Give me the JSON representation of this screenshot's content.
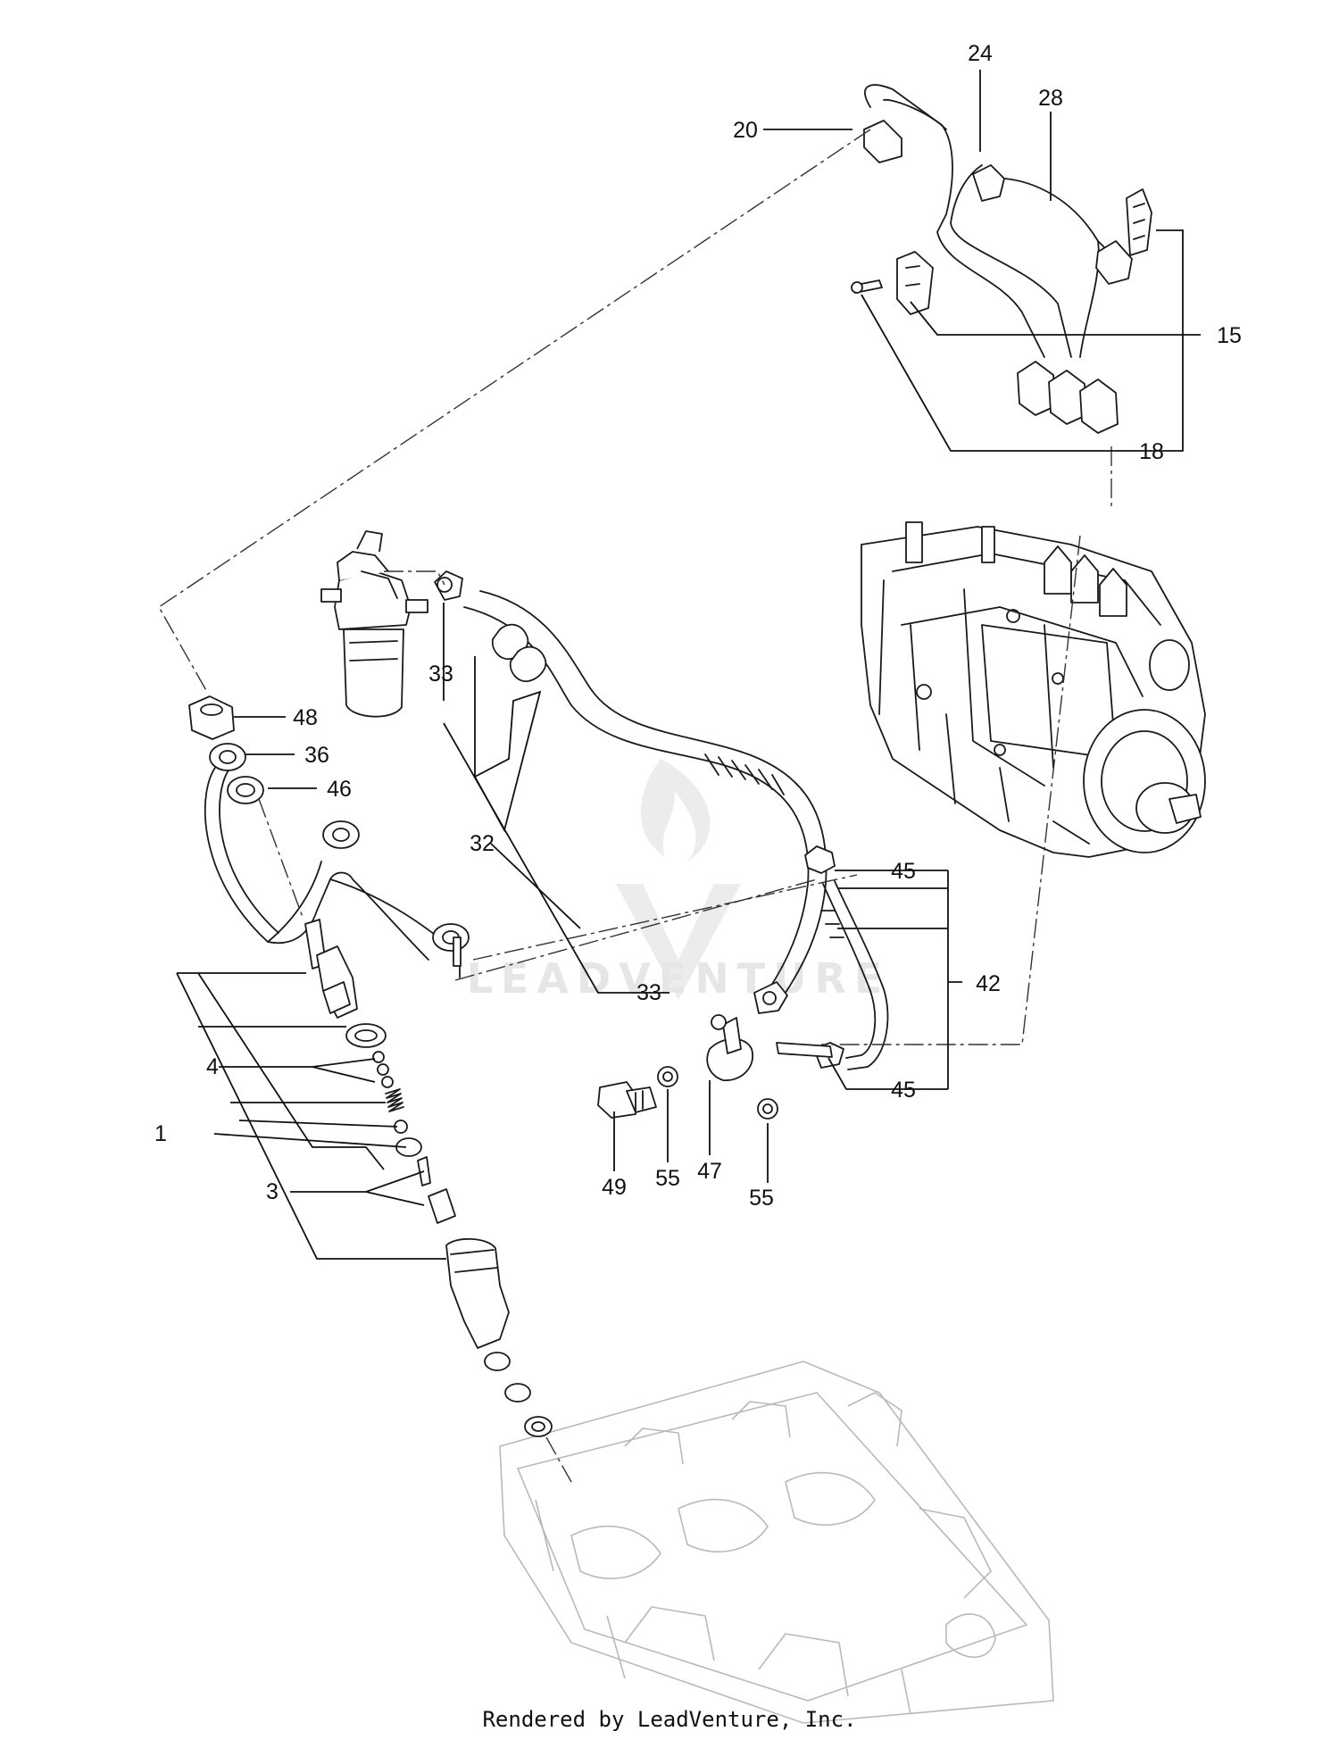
{
  "watermark": {
    "text": "LEADVENTURE",
    "color": "#e6e6e6"
  },
  "footer": {
    "text": "Rendered by LeadVenture, Inc."
  },
  "callouts": {
    "c1": "1",
    "c3": "3",
    "c4": "4",
    "c15": "15",
    "c18": "18",
    "c20": "20",
    "c24": "24",
    "c28": "28",
    "c32": "32",
    "c33a": "33",
    "c33b": "33",
    "c36": "36",
    "c42": "42",
    "c45a": "45",
    "c45b": "45",
    "c46": "46",
    "c47": "47",
    "c48": "48",
    "c49": "49",
    "c55a": "55",
    "c55b": "55"
  }
}
